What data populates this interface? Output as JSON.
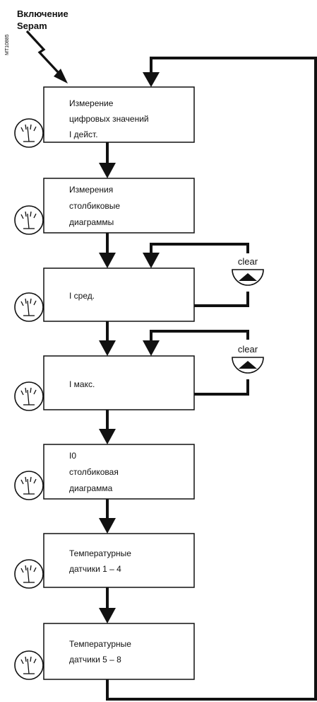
{
  "header": {
    "power_on_line1": "Включение",
    "power_on_line2": "Sepam",
    "figure_code": "MT10885"
  },
  "boxes": [
    {
      "lines": [
        "Измерение",
        "цифровых значений",
        "I дейст."
      ]
    },
    {
      "lines": [
        "Измерения",
        "столбиковые",
        "диаграммы"
      ]
    },
    {
      "lines": [
        "I сред."
      ]
    },
    {
      "lines": [
        "I макс."
      ]
    },
    {
      "lines": [
        "I0",
        "столбиковая",
        "диаграмма"
      ]
    },
    {
      "lines": [
        "Температурные",
        "датчики 1 – 4"
      ]
    },
    {
      "lines": [
        "Температурные",
        "датчики 5 – 8"
      ]
    }
  ],
  "clear_buttons": [
    {
      "label": "clear",
      "icon": "triangle-up-icon"
    },
    {
      "label": "clear",
      "icon": "triangle-up-icon"
    }
  ],
  "dial_icon": "analog-meter-icon",
  "colors": {
    "line": "#111111",
    "background": "#ffffff"
  }
}
